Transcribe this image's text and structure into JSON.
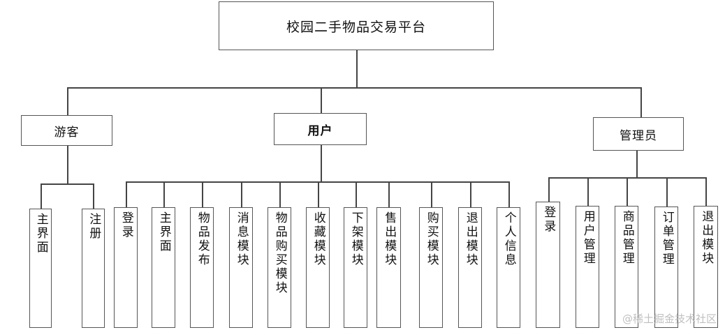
{
  "root": "校园二手物品交易平台",
  "roles": {
    "guest": "游客",
    "user": "用户",
    "admin": "管理员"
  },
  "guest_modules": [
    "主界面",
    "注册"
  ],
  "user_modules": [
    "登录",
    "主界面",
    "物品发布",
    "消息模块",
    "物品购买模块",
    "收藏模块",
    "下架模块",
    "售出模块",
    "购买模块",
    "退出模块",
    "个人信息"
  ],
  "admin_modules": [
    "登录",
    "用户管理",
    "商品管理",
    "订单管理",
    "退出模块"
  ],
  "watermark": "@稀土掘金技术社区"
}
